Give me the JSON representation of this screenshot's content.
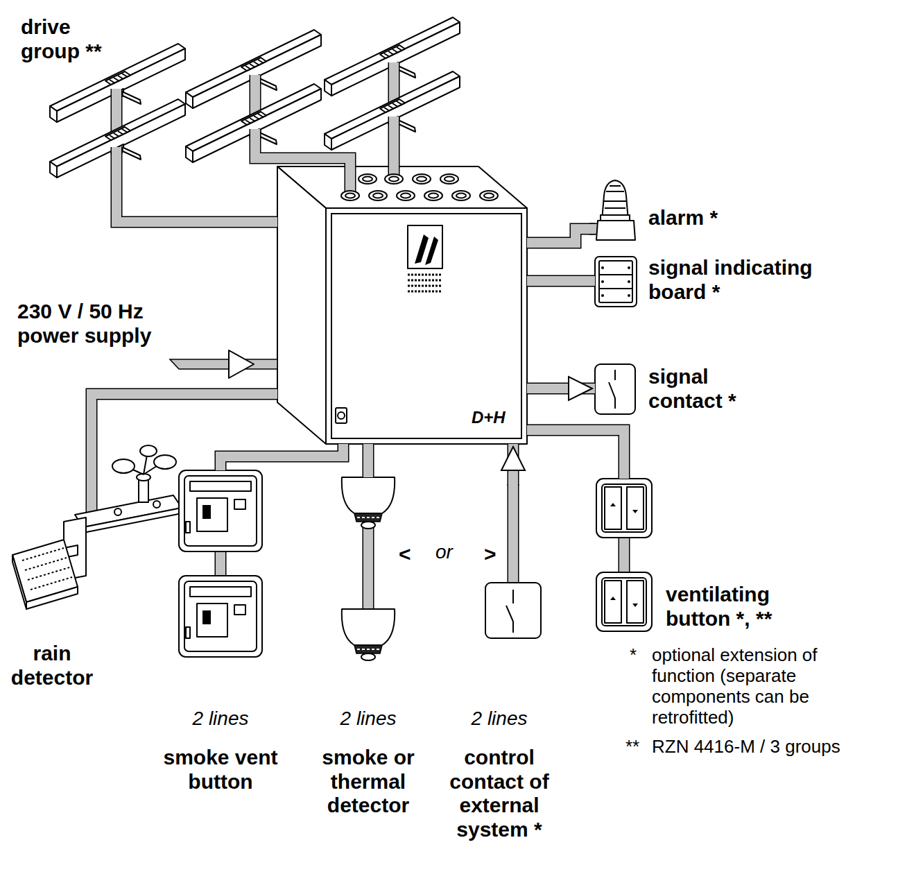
{
  "diagram": {
    "nodes": [
      {
        "text": [
          "drive group **"
        ]
      },
      {
        "text": [
          "alarm *"
        ]
      },
      {
        "text": [
          "signal indicating board *"
        ]
      },
      {
        "text": [
          "D+H"
        ]
      },
      {
        "text": [
          "signal contact *"
        ]
      },
      {
        "text": [
          "rain detector"
        ]
      },
      {
        "text": [
          "2 lines",
          "smoke vent button"
        ]
      },
      {
        "text": [
          "2 lines",
          "smoke or thermal detector"
        ]
      },
      {
        "text": [
          "2 lines",
          "control contact of external system *"
        ]
      },
      {
        "text": [
          "ventilating button *, **"
        ]
      }
    ],
    "edges": [
      {
        "from": 3,
        "to": 0,
        "arrow": "none"
      },
      {
        "from": 3,
        "to": 1,
        "arrow": "none"
      },
      {
        "from": 3,
        "to": 2,
        "arrow": "none"
      },
      {
        "from": 3,
        "to": 4,
        "arrow": "to"
      },
      {
        "from": 3,
        "to": 5,
        "arrow": "none"
      },
      {
        "from": 3,
        "to": 6,
        "arrow": "none"
      },
      {
        "from": 3,
        "to": 7,
        "arrow": "none"
      },
      {
        "from": 8,
        "to": 3,
        "arrow": "to"
      },
      {
        "from": 3,
        "to": 9,
        "arrow": "none"
      }
    ],
    "labels": [
      "230 V / 50 Hz power supply",
      "<",
      "or",
      ">",
      "*",
      "optional extension of function (separate components can be retrofitted)",
      "**",
      "RZN 4416-M / 3 groups"
    ]
  }
}
